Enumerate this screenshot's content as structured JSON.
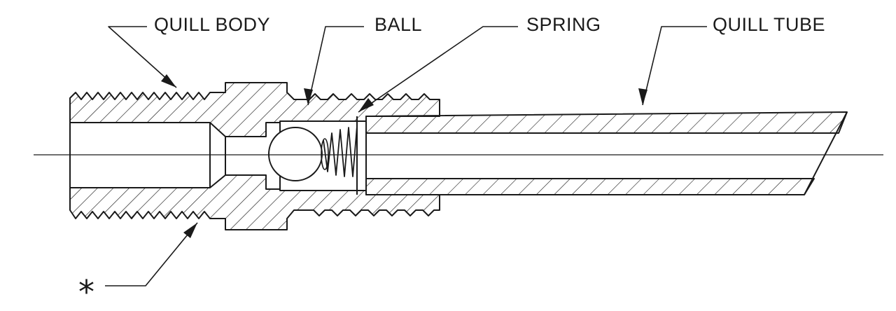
{
  "labels": {
    "quill_body": "QUILL BODY",
    "ball": "BALL",
    "spring": "SPRING",
    "quill_tube": "QUILL TUBE",
    "asterisk": "*"
  },
  "colors": {
    "ink": "#1a1a1a",
    "background": "#ffffff"
  }
}
